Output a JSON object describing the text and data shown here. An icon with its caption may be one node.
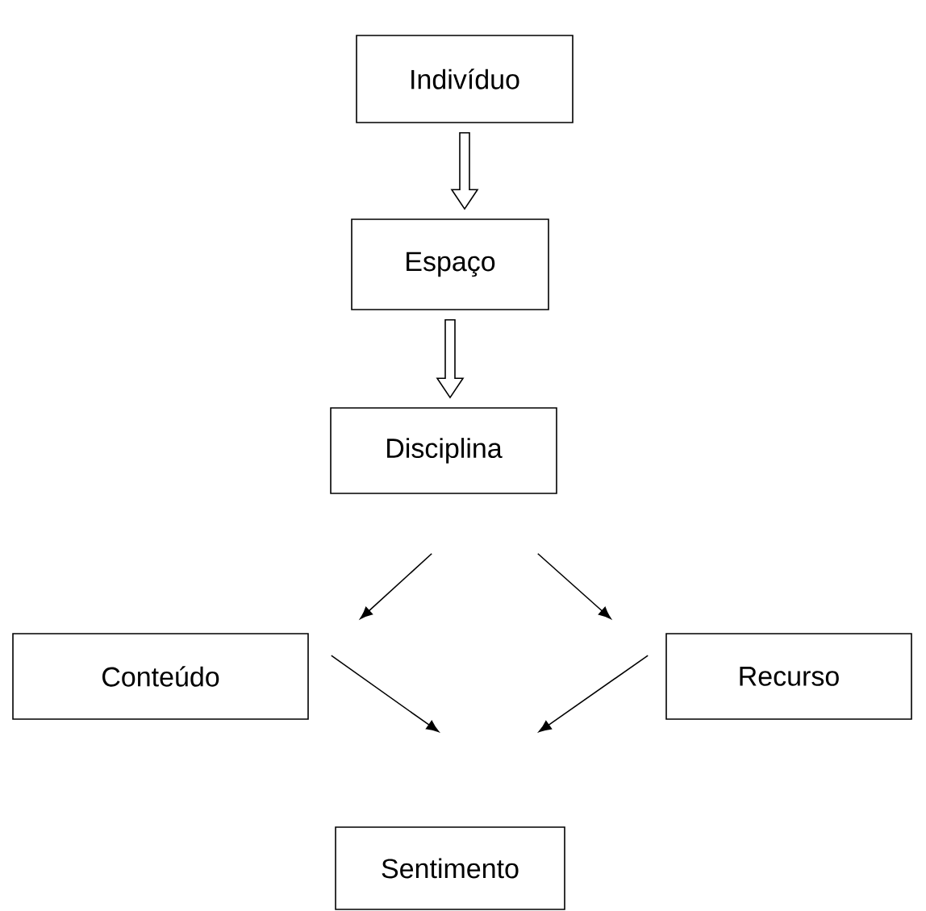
{
  "diagram": {
    "nodes": [
      {
        "text": [
          "Indivíduo"
        ]
      },
      {
        "text": [
          "Espaço"
        ]
      },
      {
        "text": [
          "Disciplina"
        ]
      },
      {
        "text": [
          "Conteúdo"
        ]
      },
      {
        "text": [
          "Recurso"
        ]
      },
      {
        "text": [
          "Sentimento"
        ]
      }
    ],
    "edges": [
      {
        "from": 0,
        "to": 1,
        "arrow": "to"
      },
      {
        "from": 1,
        "to": 2,
        "arrow": "to"
      },
      {
        "from": 2,
        "to": 3,
        "arrow": "to"
      },
      {
        "from": 2,
        "to": 4,
        "arrow": "to"
      },
      {
        "from": 3,
        "to": 5,
        "arrow": "to"
      },
      {
        "from": 4,
        "to": 5,
        "arrow": "to"
      }
    ]
  }
}
